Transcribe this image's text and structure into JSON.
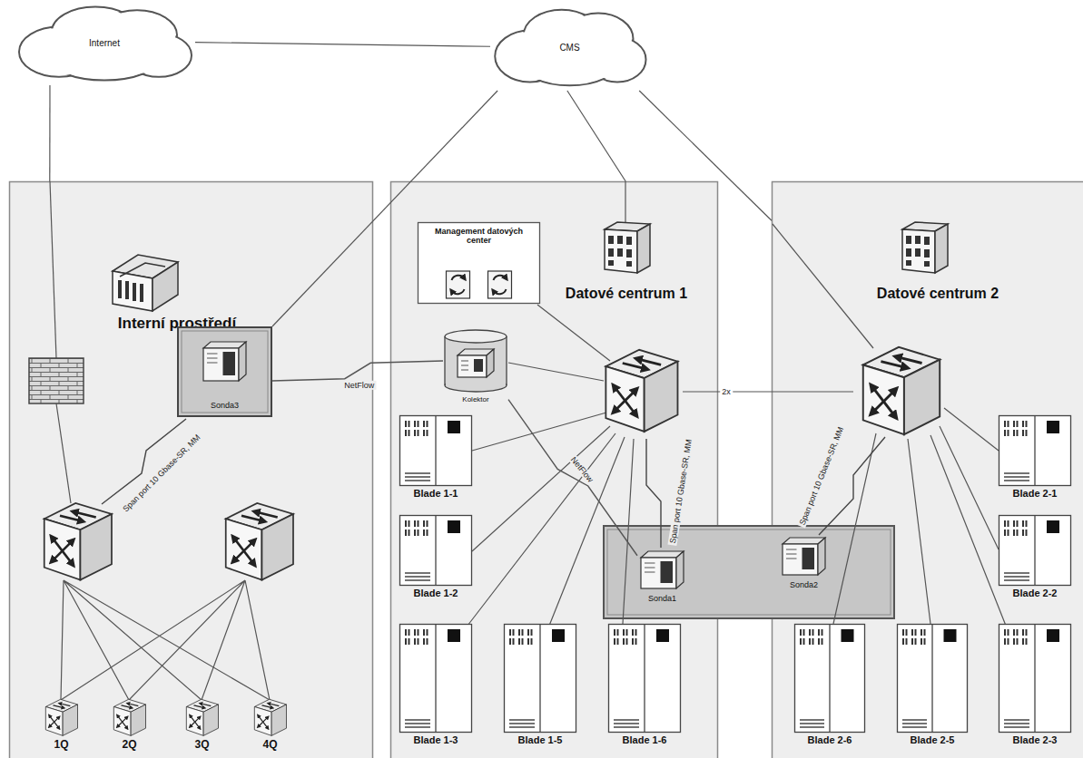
{
  "diagram": {
    "nodes": [
      {
        "text": [
          "Internet"
        ]
      },
      {
        "text": [
          "CMS"
        ]
      },
      {
        "text": [
          "Interní prostředí"
        ]
      },
      {
        "text": [
          "Sonda3"
        ],
        "in": 2
      },
      {
        "text": [
          "1Q"
        ],
        "in": 2
      },
      {
        "text": [
          "2Q"
        ],
        "in": 2
      },
      {
        "text": [
          "3Q"
        ],
        "in": 2
      },
      {
        "text": [
          "4Q"
        ],
        "in": 2
      },
      {
        "text": [
          "Datové centrum 1"
        ]
      },
      {
        "text": [
          "Management datových center"
        ],
        "in": 8
      },
      {
        "text": [
          "Kolektor"
        ],
        "in": 8
      },
      {
        "text": [
          "Blade 1-1"
        ],
        "in": 8
      },
      {
        "text": [
          "Blade 1-2"
        ],
        "in": 8
      },
      {
        "text": [
          "Sonda1"
        ],
        "in": 8
      },
      {
        "text": [
          "Blade 1-3"
        ],
        "in": 8
      },
      {
        "text": [
          "Blade 1-5"
        ],
        "in": 8
      },
      {
        "text": [
          "Blade 1-6"
        ],
        "in": 8
      },
      {
        "text": [
          "Datové centrum 2"
        ]
      },
      {
        "text": [
          "Sonda2"
        ],
        "in": 17
      },
      {
        "text": [
          "Blade 2-1"
        ],
        "in": 17
      },
      {
        "text": [
          "Blade 2-2"
        ],
        "in": 17
      },
      {
        "text": [
          "Blade 2-6"
        ],
        "in": 17
      },
      {
        "text": [
          "Blade 2-5"
        ],
        "in": 17
      },
      {
        "text": [
          "Blade 2-3"
        ],
        "in": 17
      }
    ],
    "edges": [
      {
        "from": 0,
        "to": 1,
        "arrow": "none"
      },
      {
        "from": 0,
        "to": 2,
        "arrow": "none"
      },
      {
        "from": 1,
        "to": 3,
        "arrow": "none"
      },
      {
        "from": 1,
        "to": 8,
        "arrow": "none"
      },
      {
        "from": 1,
        "to": 17,
        "arrow": "none"
      },
      {
        "from": 3,
        "to": 10,
        "label": "NetFlow",
        "arrow": "none"
      },
      {
        "from": 13,
        "to": 10,
        "label": "NetFlow",
        "arrow": "none"
      }
    ],
    "labels": [
      "Span port 10 Gbase-SR, MM",
      "Span port 10 Gbase-SR, MM",
      "Span port 10 Gbase-SR, MM",
      "2x"
    ]
  }
}
